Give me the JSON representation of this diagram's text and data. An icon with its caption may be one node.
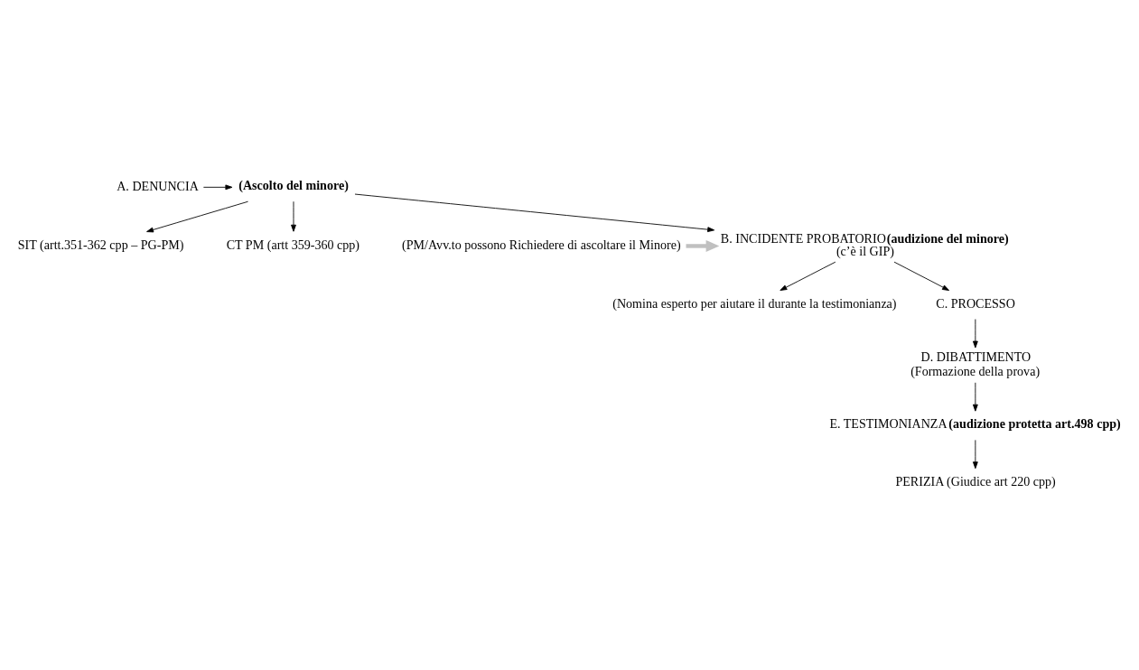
{
  "diagram": {
    "nodes": [
      {
        "text": [
          "A. DENUNCIA"
        ]
      },
      {
        "text": [
          "(Ascolto del minore)"
        ]
      },
      {
        "text": [
          "SIT (artt.351-362 cpp – PG-PM)"
        ]
      },
      {
        "text": [
          "CT PM (artt 359-360 cpp)"
        ]
      },
      {
        "text": [
          "(PM/Avv.to possono Richiedere di ascoltare il Minore)"
        ]
      },
      {
        "text": [
          "B. INCIDENTE PROBATORIO",
          "(audizione del minore)",
          "(c’è il GIP)"
        ]
      },
      {
        "text": [
          "(Nomina esperto per aiutare il durante la testimonianza)"
        ]
      },
      {
        "text": [
          "C. PROCESSO"
        ]
      },
      {
        "text": [
          "D. DIBATTIMENTO",
          "(Formazione della prova)"
        ]
      },
      {
        "text": [
          "E. TESTIMONIANZA",
          "(audizione protetta art.498 cpp)"
        ]
      },
      {
        "text": [
          "PERIZIA (Giudice art 220 cpp)"
        ]
      }
    ],
    "edges": [
      {
        "from": 0,
        "to": 1,
        "arrow": "to"
      },
      {
        "from": 1,
        "to": 2,
        "arrow": "to"
      },
      {
        "from": 1,
        "to": 3,
        "arrow": "to"
      },
      {
        "from": 1,
        "to": 5,
        "arrow": "to"
      },
      {
        "from": 4,
        "to": 5,
        "arrow": "to",
        "style": "thick",
        "color": "#c0c0c0"
      },
      {
        "from": 5,
        "to": 6,
        "arrow": "to"
      },
      {
        "from": 5,
        "to": 7,
        "arrow": "to"
      },
      {
        "from": 7,
        "to": 8,
        "arrow": "to"
      },
      {
        "from": 8,
        "to": 9,
        "arrow": "to"
      },
      {
        "from": 9,
        "to": 10,
        "arrow": "to"
      }
    ]
  }
}
